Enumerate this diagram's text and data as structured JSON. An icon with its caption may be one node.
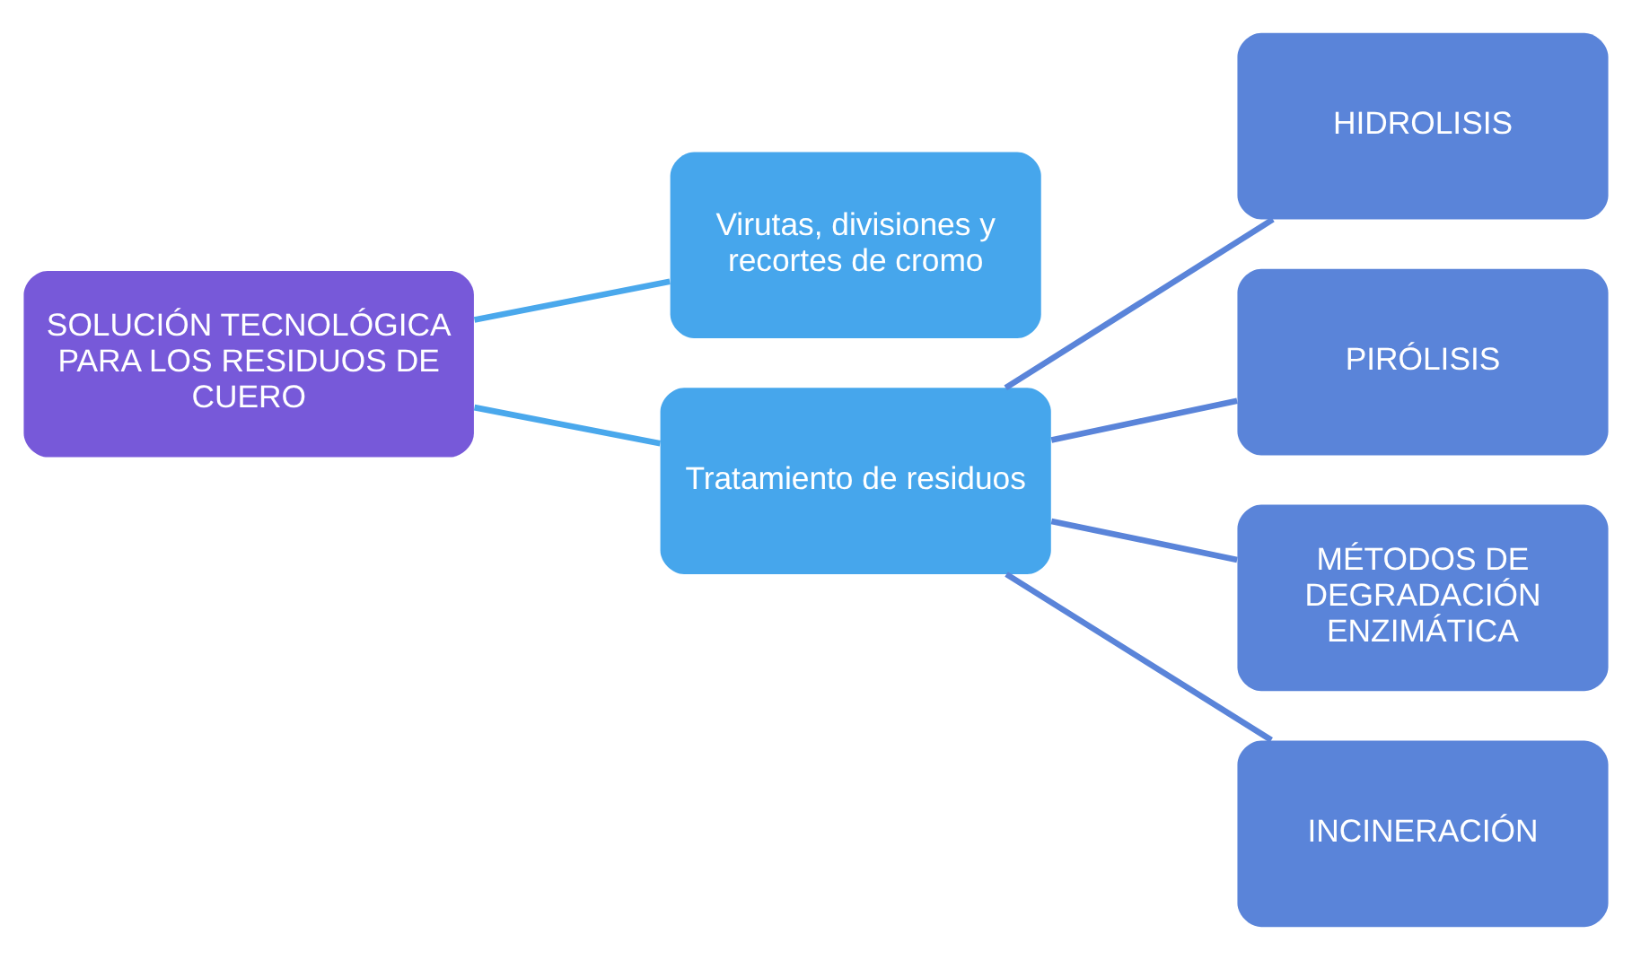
{
  "diagram": {
    "nodes": [
      {
        "text": [
          "SOLUCIÓN TECNOLÓGICA PARA LOS RESIDUOS DE CUERO"
        ]
      },
      {
        "text": [
          "Virutas, divisiones y recortes de cromo"
        ]
      },
      {
        "text": [
          "Tratamiento de residuos"
        ]
      },
      {
        "text": [
          "HIDROLISIS"
        ]
      },
      {
        "text": [
          "PIRÓLISIS"
        ]
      },
      {
        "text": [
          "MÉTODOS DE DEGRADACIÓN ENZIMÁTICA"
        ]
      },
      {
        "text": [
          "INCINERACIÓN"
        ]
      }
    ],
    "edges": [
      {
        "from": 0,
        "to": 1,
        "arrow": "none",
        "color": "#4aa8ec"
      },
      {
        "from": 0,
        "to": 2,
        "arrow": "none",
        "color": "#4aa8ec"
      },
      {
        "from": 2,
        "to": 3,
        "arrow": "none"
      },
      {
        "from": 2,
        "to": 4,
        "arrow": "none"
      },
      {
        "from": 2,
        "to": 5,
        "arrow": "none"
      },
      {
        "from": 2,
        "to": 6,
        "arrow": "none"
      }
    ]
  }
}
